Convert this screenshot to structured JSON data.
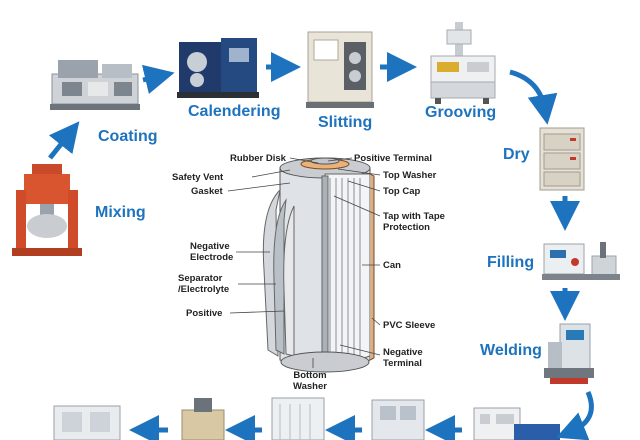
{
  "steps": {
    "mixing": "Mixing",
    "coating": "Coating",
    "calendering": "Calendering",
    "slitting": "Slitting",
    "grooving": "Grooving",
    "dry": "Dry",
    "filling": "Filling",
    "welding": "Welding"
  },
  "cell_parts": {
    "rubber_disk": "Rubber Disk",
    "safety_vent": "Safety Vent",
    "gasket": "Gasket",
    "negative_electrode_1": "Negative",
    "negative_electrode_2": "Electrode",
    "separator_1": "Separator",
    "separator_2": "/Electrolyte",
    "positive": "Positive",
    "bottom_washer_1": "Bottom",
    "bottom_washer_2": "Washer",
    "positive_terminal": "Positive Terminal",
    "top_washer": "Top Washer",
    "top_cap": "Top Cap",
    "tap_tape_1": "Tap with Tape",
    "tap_tape_2": "Protection",
    "can": "Can",
    "pvc_sleeve": "PVC Sleeve",
    "negative_terminal_1": "Negative",
    "negative_terminal_2": "Terminal"
  },
  "colors": {
    "label": "#1e73be",
    "arrow": "#1e73be"
  }
}
